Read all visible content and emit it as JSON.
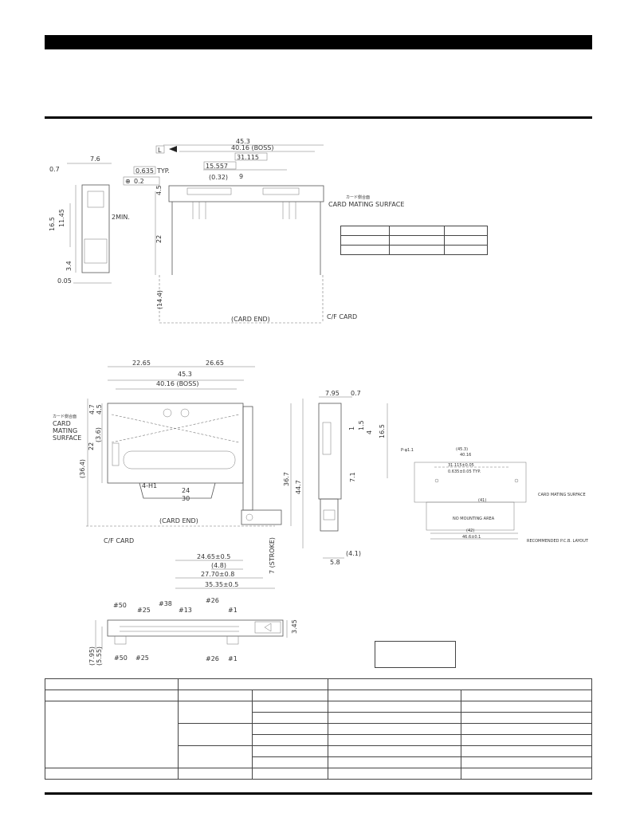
{
  "top_view": {
    "dims": {
      "w453": "45.3",
      "boss": "40.16 (BOSS)",
      "w31115": "31.115",
      "w15557": "15.557",
      "typ0635": "0.635",
      "typ": "TYP.",
      "p032": "(0.32)",
      "nine": "9",
      "pos": "0.2",
      "datum_l": "L",
      "h45": "4.5",
      "h22": "22",
      "h144": "(14.4)",
      "card_end": "(CARD END)",
      "cf_card": "C/F CARD",
      "jp_face": "カード側合面",
      "mating": "CARD MATING SURFACE"
    }
  },
  "side_view": {
    "dims": {
      "w76": "7.6",
      "tol07": "0.7",
      "d165": "16.5",
      "d1145": "11.45",
      "min2": "2MIN.",
      "d34": "3.4",
      "d005": "0.05"
    }
  },
  "plan_view": {
    "dims": {
      "w2265": "22.65",
      "w2665": "26.65",
      "w453": "45.3",
      "boss": "40.16 (BOSS)",
      "h47": "4.7",
      "h45": "4.5",
      "h36": "(3.6)",
      "h22": "22",
      "h364": "(36.4)",
      "hole": "4-H1",
      "w24": "24",
      "w30": "30",
      "h367": "36.7",
      "h447": "44.7",
      "card_end": "(CARD END)",
      "cf_card": "C/F CARD",
      "jp_face": "カード側合面",
      "mating1": "CARD",
      "mating2": "MATING",
      "mating3": "SURFACE",
      "w2465": "24.65±0.5",
      "w48": "(4.8)",
      "w270": "27.70±0.8",
      "stroke": "7 (STROKE)",
      "w3535": "35.35±0.5"
    }
  },
  "right_side": {
    "dims": {
      "w795": "7.95",
      "tol07": "0.7",
      "d1": "1",
      "d15": "1.5",
      "d4": "4",
      "d165": "16.5",
      "d71": "7.1",
      "d41": "(4.1)",
      "d58": "5.8"
    }
  },
  "pcb_layout": {
    "dims": {
      "top1": "(45.3)",
      "top2": "40.16",
      "hole": "P-φ1.1",
      "t31": "31.115±0.05",
      "t0635": "0.635±0.05 TYP.",
      "h41": "(41)",
      "h42": "(42)",
      "h466": "46.6±0.1",
      "no_mount": "NO MOUNTING AREA",
      "mating": "CARD MATING SURFACE",
      "caption": "RECOMMENDED P.C.B. LAYOUT"
    }
  },
  "bottom_view": {
    "pins": {
      "p50t": "#50",
      "p25t": "#25",
      "p38": "#38",
      "p13": "#13",
      "p26t": "#26",
      "p1t": "#1",
      "p50b": "#50",
      "p25b": "#25",
      "p26b": "#26",
      "p1b": "#1"
    },
    "dims": {
      "h345": "3.45",
      "h795": "(7.95)",
      "h555": "(5.55)"
    }
  }
}
